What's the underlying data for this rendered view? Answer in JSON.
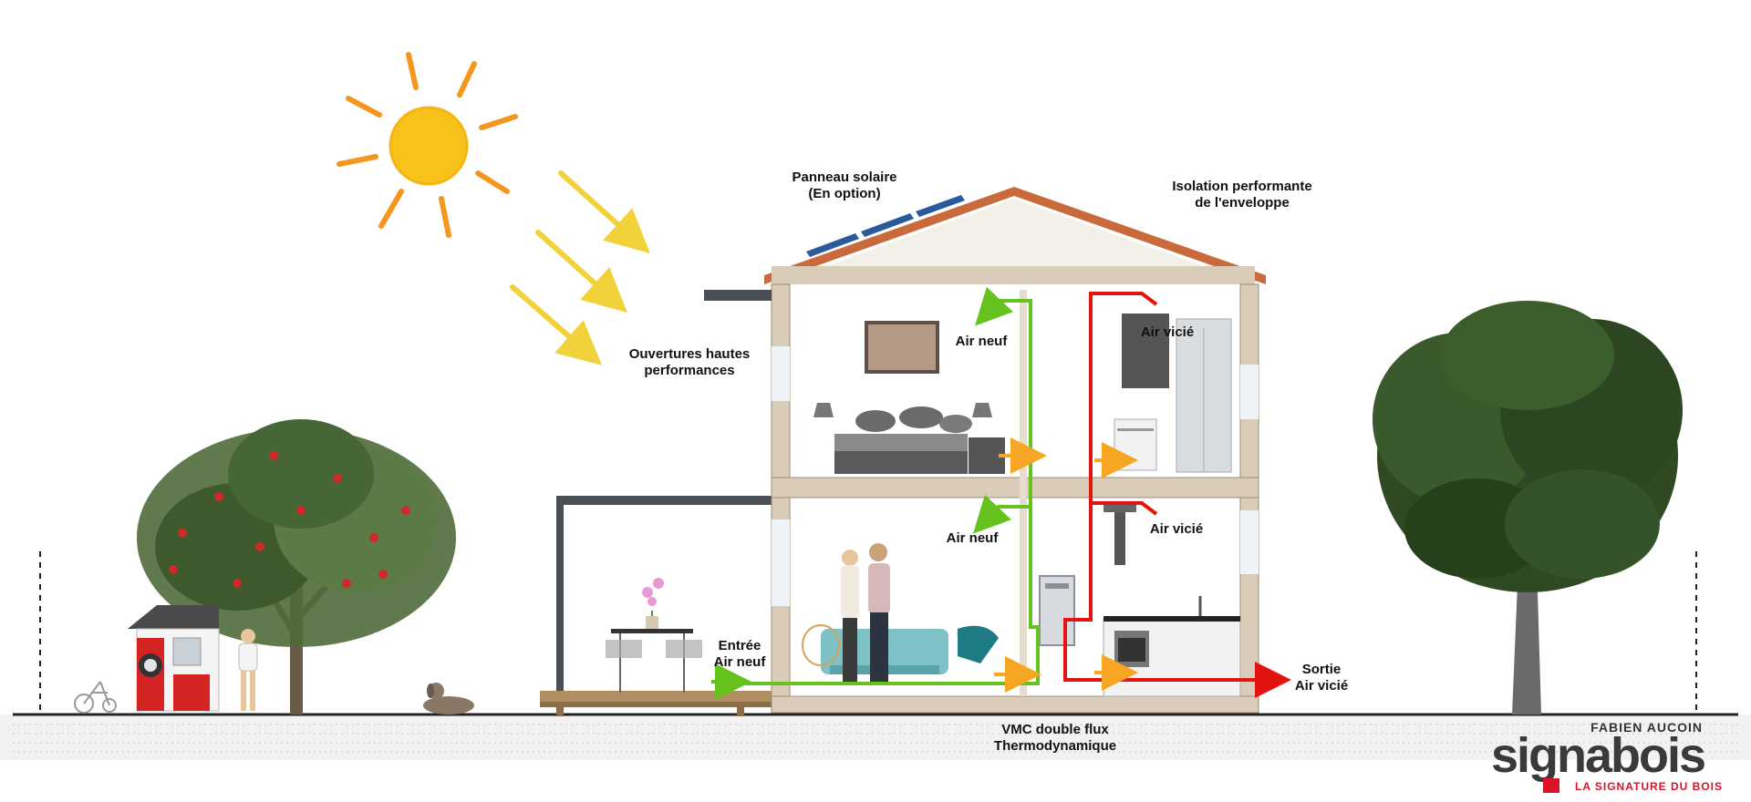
{
  "labels": {
    "solar_panel": [
      "Panneau solaire",
      "(En option)"
    ],
    "insulation": [
      "Isolation performante",
      "de l'enveloppe"
    ],
    "openings": [
      "Ouvertures hautes",
      "performances"
    ],
    "air_neuf_upper": "Air neuf",
    "air_vicie_upper": "Air vicié",
    "air_neuf_lower": "Air neuf",
    "air_vicie_lower": "Air vicié",
    "entree": [
      "Entrée",
      "Air neuf"
    ],
    "sortie": [
      "Sortie",
      "Air vicié"
    ],
    "vmc": [
      "VMC double flux",
      "Thermodynamique"
    ]
  },
  "logo": {
    "top_line": "FABIEN AUCOIN",
    "brand_part1": "signa",
    "brand_part2": "bois",
    "tagline": "LA SIGNATURE DU BOIS"
  },
  "colors": {
    "fresh_air": "#66c31e",
    "stale_air": "#e3140f",
    "warm_air": "#f6a623",
    "sun": "#f7c21a",
    "sun_ray": "#f5961f",
    "roof": "#c86a3c",
    "wall": "#d9ccb8",
    "brand_red": "#d7142a"
  }
}
